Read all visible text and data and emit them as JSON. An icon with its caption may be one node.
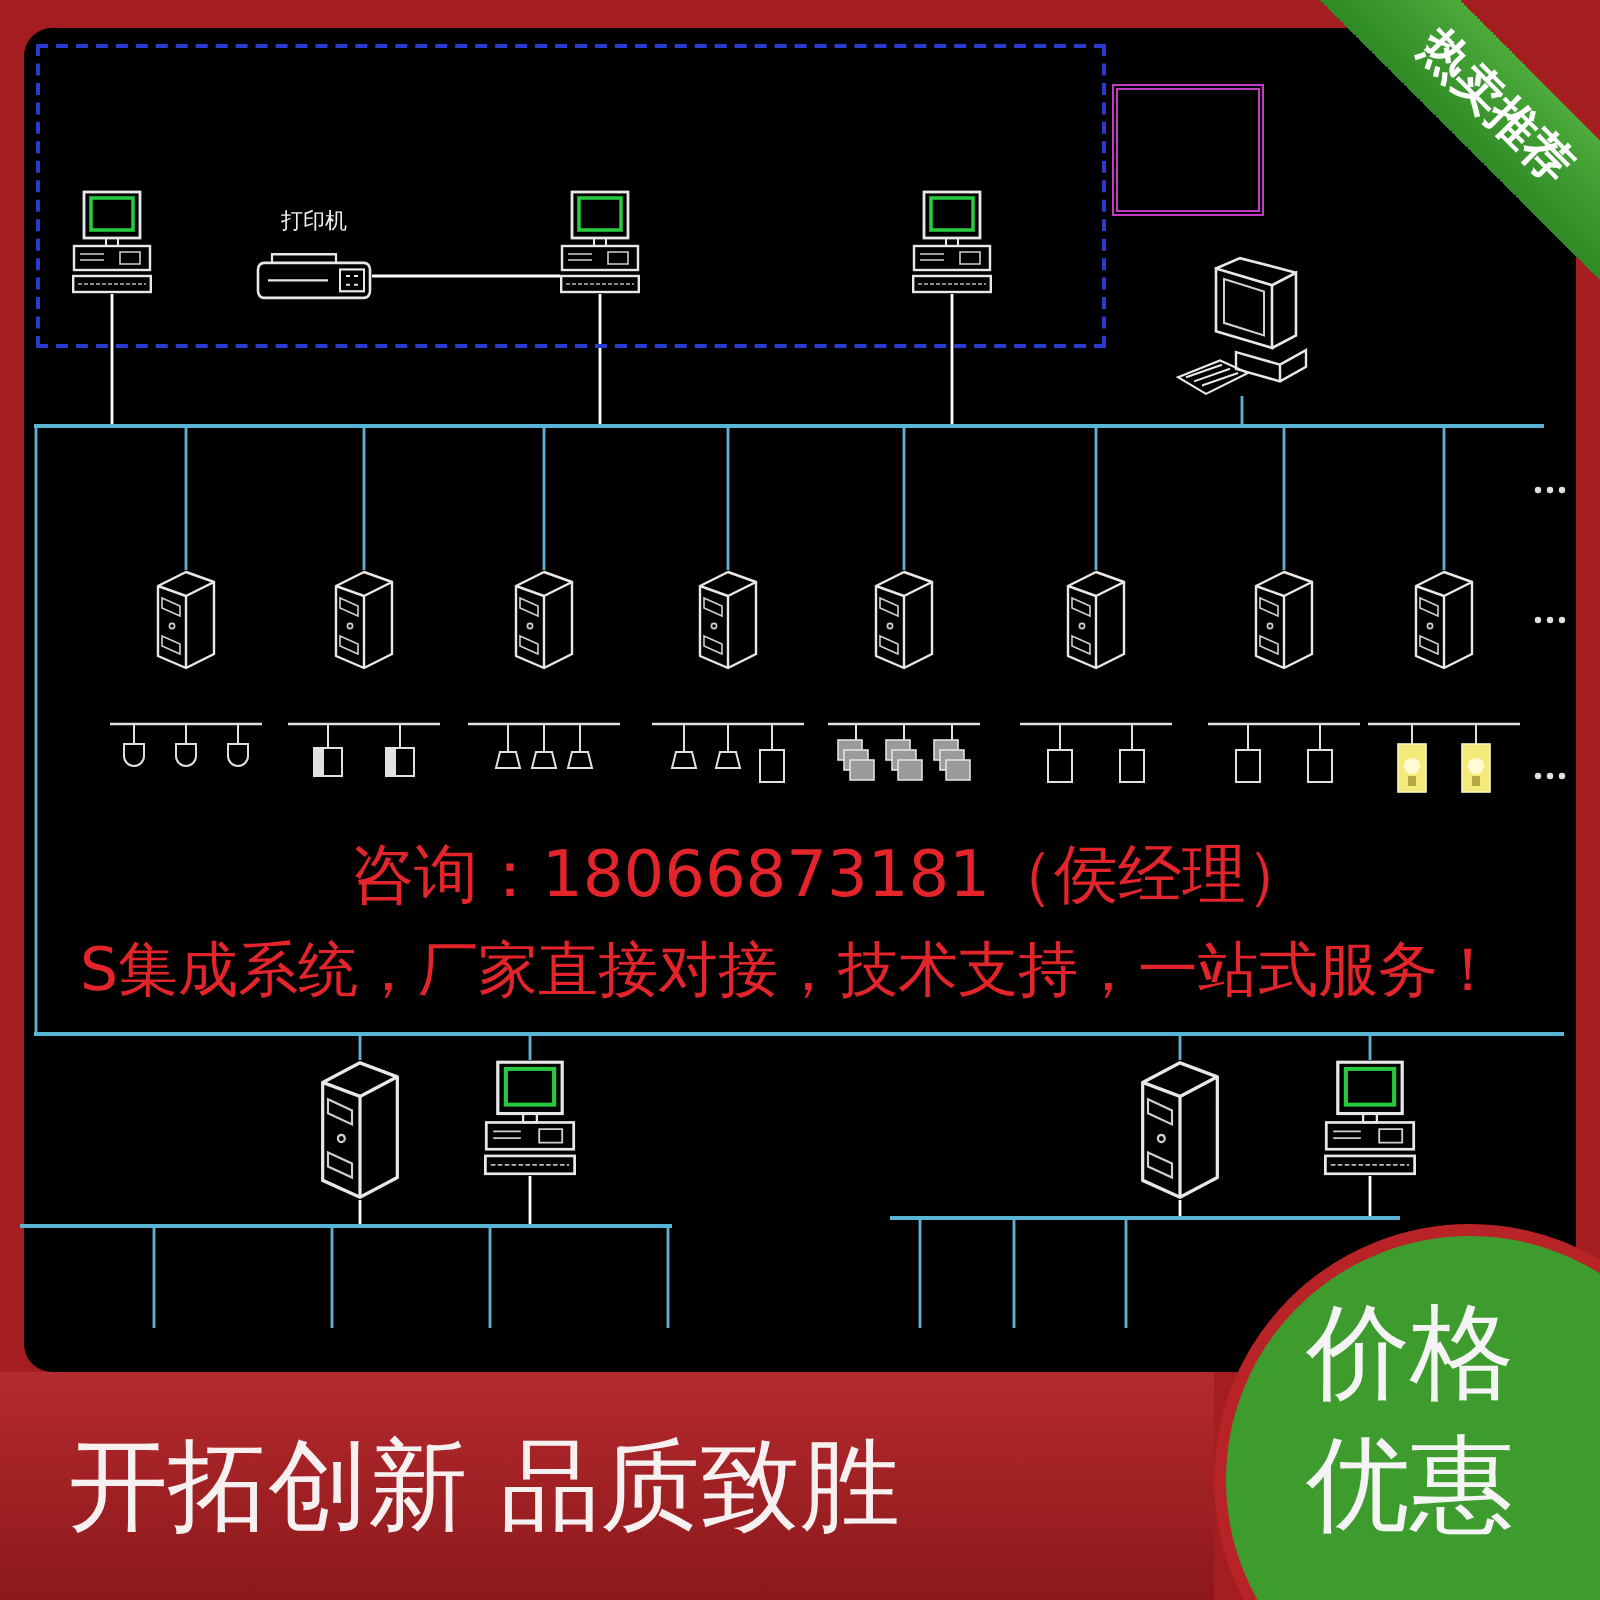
{
  "diagram": {
    "nodes": [
      {
        "text": [],
        "shape": "box"
      },
      {
        "text": [],
        "shape": "picture",
        "in": 0
      },
      {
        "text": [
          "打印机"
        ],
        "in": 0
      },
      {
        "text": [],
        "shape": "picture",
        "in": 0
      },
      {
        "text": [],
        "shape": "picture",
        "in": 0
      },
      {
        "text": [],
        "shape": "box"
      },
      {
        "text": [],
        "shape": "picture"
      },
      {
        "text": [],
        "shape": "bar"
      },
      {
        "text": [],
        "shape": "picture"
      },
      {
        "text": [],
        "shape": "picture"
      },
      {
        "text": [],
        "shape": "picture"
      },
      {
        "text": [],
        "shape": "picture"
      },
      {
        "text": [],
        "shape": "picture"
      },
      {
        "text": [],
        "shape": "picture"
      },
      {
        "text": [],
        "shape": "picture"
      },
      {
        "text": [],
        "shape": "picture"
      },
      {
        "text": [],
        "shape": "bar"
      },
      {
        "text": [],
        "shape": "picture"
      },
      {
        "text": [],
        "shape": "picture"
      },
      {
        "text": [],
        "shape": "bar"
      },
      {
        "text": [],
        "shape": "picture"
      },
      {
        "text": [],
        "shape": "picture"
      },
      {
        "text": [],
        "shape": "bar"
      },
      {
        "text": [
          "热卖推荐"
        ]
      },
      {
        "text": [
          "价格优惠"
        ]
      },
      {
        "text": [
          "开拓创新 品质致胜"
        ]
      }
    ],
    "edges": [
      {
        "from": 1,
        "to": 7,
        "arrow": "none",
        "color": "#ffffff"
      },
      {
        "from": 2,
        "to": 3,
        "arrow": "none",
        "color": "#ffffff"
      },
      {
        "from": 3,
        "to": 7,
        "arrow": "none",
        "color": "#ffffff"
      },
      {
        "from": 4,
        "to": 7,
        "arrow": "none",
        "color": "#ffffff"
      },
      {
        "from": 6,
        "to": 7,
        "arrow": "none"
      },
      {
        "from": 7,
        "to": 8,
        "arrow": "none"
      },
      {
        "from": 7,
        "to": 9,
        "arrow": "none"
      },
      {
        "from": 7,
        "to": 10,
        "arrow": "none"
      },
      {
        "from": 7,
        "to": 11,
        "arrow": "none"
      },
      {
        "from": 7,
        "to": 12,
        "arrow": "none"
      },
      {
        "from": 7,
        "to": 13,
        "arrow": "none"
      },
      {
        "from": 7,
        "to": 14,
        "arrow": "none"
      },
      {
        "from": 7,
        "to": 15,
        "arrow": "none"
      },
      {
        "from": 7,
        "to": 16,
        "arrow": "none"
      },
      {
        "from": 16,
        "to": 17,
        "arrow": "none"
      },
      {
        "from": 16,
        "to": 18,
        "arrow": "none"
      },
      {
        "from": 16,
        "to": 20,
        "arrow": "none"
      },
      {
        "from": 16,
        "to": 21,
        "arrow": "none"
      },
      {
        "from": 17,
        "to": 19,
        "arrow": "none",
        "color": "#ffffff"
      },
      {
        "from": 18,
        "to": 19,
        "arrow": "none",
        "color": "#ffffff"
      },
      {
        "from": 19,
        "to": null,
        "arrow": "none"
      },
      {
        "from": 19,
        "to": null,
        "arrow": "none"
      },
      {
        "from": 19,
        "to": null,
        "arrow": "none"
      },
      {
        "from": 19,
        "to": null,
        "arrow": "none"
      },
      {
        "from": 20,
        "to": 22,
        "arrow": "none",
        "color": "#ffffff"
      },
      {
        "from": 21,
        "to": 22,
        "arrow": "none",
        "color": "#ffffff"
      },
      {
        "from": 22,
        "to": null,
        "arrow": "none"
      },
      {
        "from": 22,
        "to": null,
        "arrow": "none"
      },
      {
        "from": 22,
        "to": null,
        "arrow": "none"
      }
    ],
    "labels": [
      "咨询：18066873181（侯经理）",
      "S集成系统，厂家直接对接，技术支持，一站式服务！"
    ]
  }
}
